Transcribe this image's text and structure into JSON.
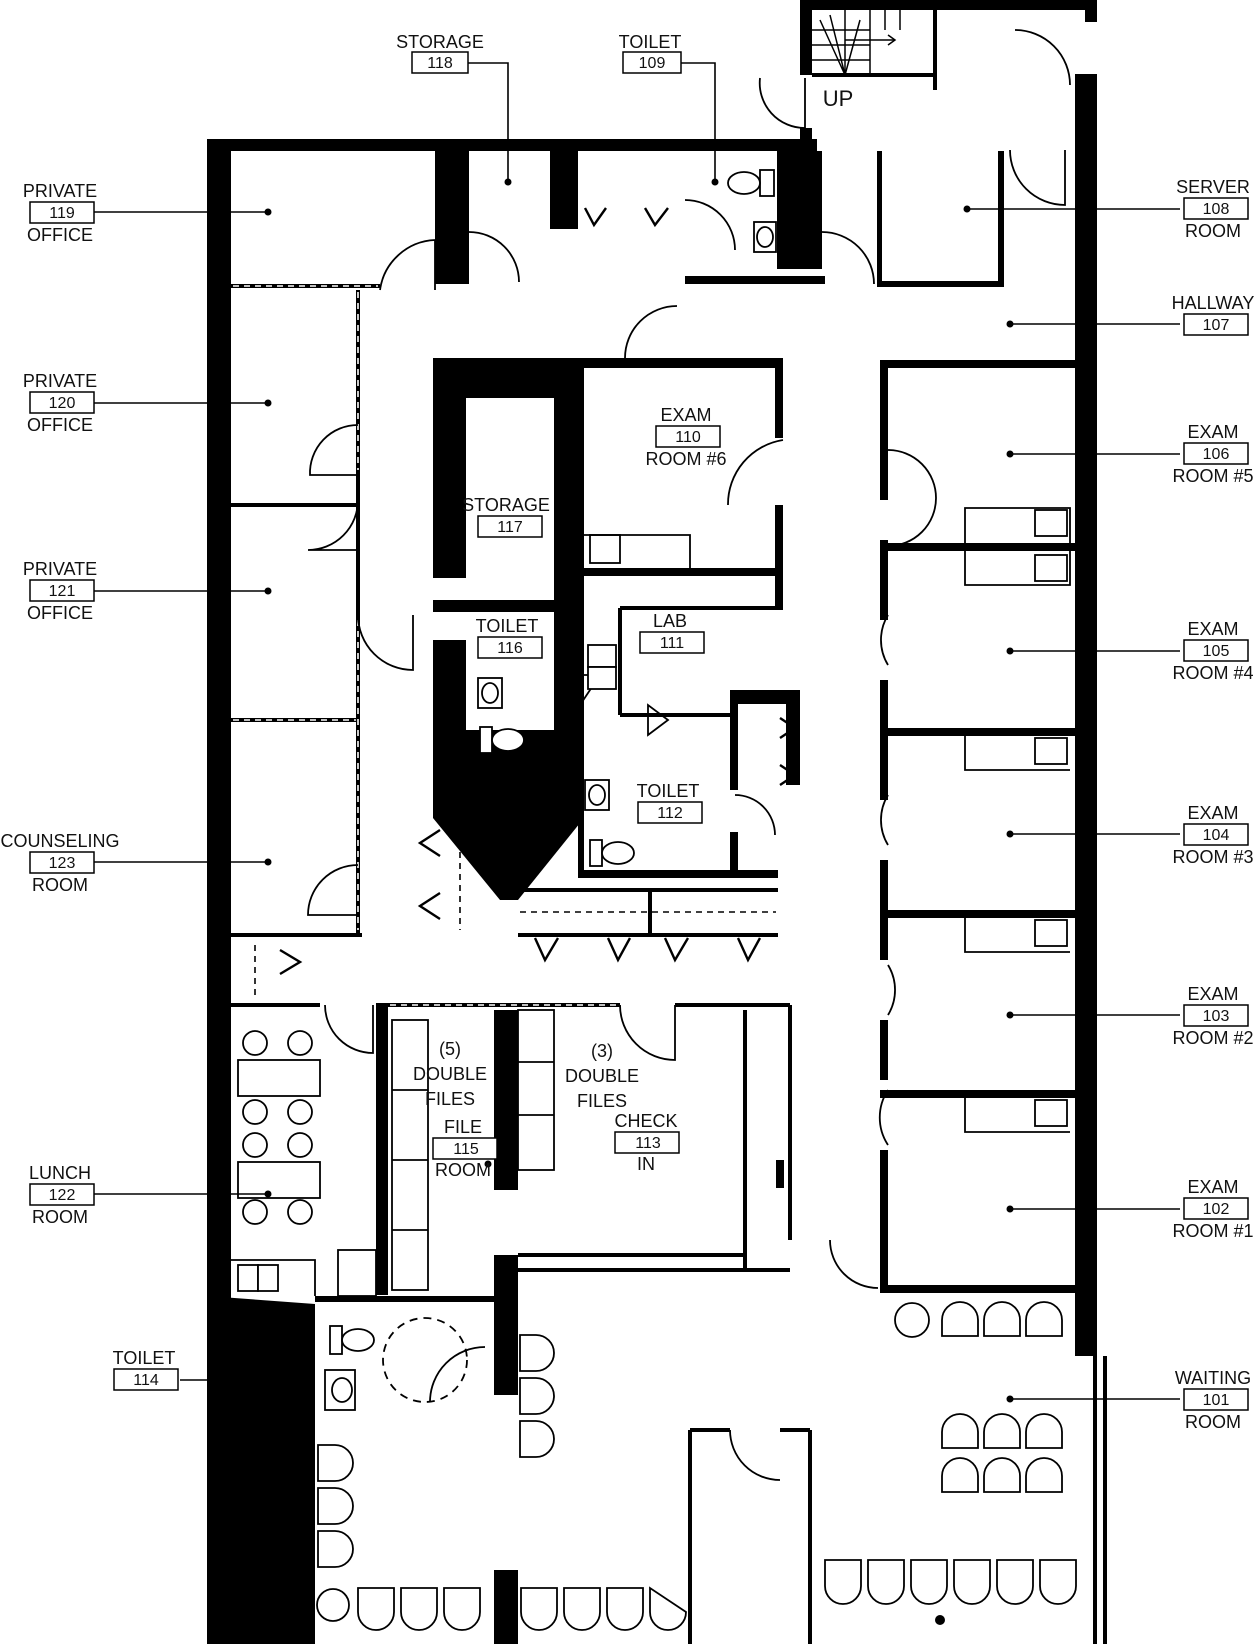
{
  "plan": {
    "stair_label": "UP",
    "rooms": [
      {
        "key": "r118",
        "name": "STORAGE",
        "number": "118",
        "suffix": ""
      },
      {
        "key": "r109",
        "name": "TOILET",
        "number": "109",
        "suffix": ""
      },
      {
        "key": "r119",
        "name": "PRIVATE",
        "number": "119",
        "suffix": "OFFICE"
      },
      {
        "key": "r108",
        "name": "SERVER",
        "number": "108",
        "suffix": "ROOM"
      },
      {
        "key": "r107",
        "name": "HALLWAY",
        "number": "107",
        "suffix": ""
      },
      {
        "key": "r120",
        "name": "PRIVATE",
        "number": "120",
        "suffix": "OFFICE"
      },
      {
        "key": "r110",
        "name": "EXAM",
        "number": "110",
        "suffix": "ROOM #6"
      },
      {
        "key": "r106",
        "name": "EXAM",
        "number": "106",
        "suffix": "ROOM #5"
      },
      {
        "key": "r117",
        "name": "STORAGE",
        "number": "117",
        "suffix": ""
      },
      {
        "key": "r121",
        "name": "PRIVATE",
        "number": "121",
        "suffix": "OFFICE"
      },
      {
        "key": "r111",
        "name": "LAB",
        "number": "111",
        "suffix": ""
      },
      {
        "key": "r116",
        "name": "TOILET",
        "number": "116",
        "suffix": ""
      },
      {
        "key": "r105",
        "name": "EXAM",
        "number": "105",
        "suffix": "ROOM #4"
      },
      {
        "key": "r112",
        "name": "TOILET",
        "number": "112",
        "suffix": ""
      },
      {
        "key": "r104",
        "name": "EXAM",
        "number": "104",
        "suffix": "ROOM #3"
      },
      {
        "key": "r123",
        "name": "COUNSELING",
        "number": "123",
        "suffix": "ROOM"
      },
      {
        "key": "r103",
        "name": "EXAM",
        "number": "103",
        "suffix": "ROOM #2"
      },
      {
        "key": "r115",
        "name": "FILE",
        "number": "115",
        "suffix": "ROOM"
      },
      {
        "key": "r113",
        "name": "CHECK",
        "number": "113",
        "suffix": "IN"
      },
      {
        "key": "r122",
        "name": "LUNCH",
        "number": "122",
        "suffix": "ROOM"
      },
      {
        "key": "r102",
        "name": "EXAM",
        "number": "102",
        "suffix": "ROOM #1"
      },
      {
        "key": "r114",
        "name": "TOILET",
        "number": "114",
        "suffix": ""
      },
      {
        "key": "r101",
        "name": "WAITING",
        "number": "101",
        "suffix": "ROOM"
      }
    ],
    "notes": {
      "files5": {
        "count": "(5)",
        "line1": "DOUBLE",
        "line2": "FILES"
      },
      "files3": {
        "count": "(3)",
        "line1": "DOUBLE",
        "line2": "FILES"
      }
    }
  }
}
